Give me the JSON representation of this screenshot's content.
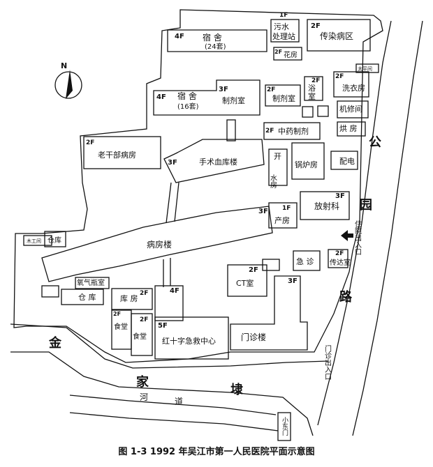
{
  "caption": "图 1-3   1992 年吴江市第一人民医院平面示意图",
  "compass": {
    "label": "N"
  },
  "roads": {
    "gongyuan": [
      "公",
      "园",
      "路"
    ],
    "jinjia": [
      "金",
      "家",
      "埭"
    ],
    "hedao": [
      "河",
      "道"
    ]
  },
  "gates": {
    "inpatient": "住院出入口",
    "outpatient": "门诊出入口",
    "small_east": "小东门"
  },
  "buildings": [
    {
      "id": "dorm24",
      "floor": "4F",
      "name": "宿 舍",
      "sub": "(24套)"
    },
    {
      "id": "sewage",
      "floor": "1F",
      "name": "污水",
      "sub": "处理站"
    },
    {
      "id": "infectious",
      "floor": "2F",
      "name": "传染病区"
    },
    {
      "id": "greenhouse",
      "floor": "2F",
      "name": "花房"
    },
    {
      "id": "dorm16",
      "floor": "4F",
      "name": "宿 舍",
      "sub": "(16套)"
    },
    {
      "id": "pharm_a",
      "floor": "3F",
      "name": "制剂室"
    },
    {
      "id": "pharm_b",
      "floor": "2F",
      "name": "制剂室"
    },
    {
      "id": "bath",
      "floor": "2F",
      "name": "浴",
      "sub": "室"
    },
    {
      "id": "laundry",
      "floor": "2F",
      "name": "洗衣房"
    },
    {
      "id": "boiler_sm",
      "floor": "",
      "name": "太平间"
    },
    {
      "id": "machine",
      "floor": "",
      "name": "机修间"
    },
    {
      "id": "drying",
      "floor": "",
      "name": "烘 房"
    },
    {
      "id": "tcm",
      "floor": "2F",
      "name": "中药制剂"
    },
    {
      "id": "elder",
      "floor": "2F",
      "name": "老干部病房"
    },
    {
      "id": "surgery",
      "floor": "3F",
      "name": "手术血库楼"
    },
    {
      "id": "water",
      "floor": "",
      "name": "开",
      "sub": "水房"
    },
    {
      "id": "boiler",
      "floor": "",
      "name": "锅炉房"
    },
    {
      "id": "power",
      "floor": "",
      "name": "配电"
    },
    {
      "id": "radiology",
      "floor": "3F",
      "name": "放射科"
    },
    {
      "id": "maternity",
      "floor": "1F",
      "name": "产房"
    },
    {
      "id": "ward",
      "floor": "3F",
      "name": "病房楼"
    },
    {
      "id": "carpentry",
      "floor": "",
      "name": "木工间"
    },
    {
      "id": "store_a",
      "floor": "",
      "name": "仓库"
    },
    {
      "id": "oxygen",
      "floor": "",
      "name": "氧气瓶室"
    },
    {
      "id": "store_b",
      "floor": "",
      "name": "仓 库"
    },
    {
      "id": "warehouse",
      "floor": "2F",
      "name": "库 房"
    },
    {
      "id": "canteen_a",
      "floor": "2F",
      "name": "食堂"
    },
    {
      "id": "canteen_b",
      "floor": "2F",
      "name": "食堂"
    },
    {
      "id": "emergency",
      "floor": "5F",
      "name": "红十字急救中心"
    },
    {
      "id": "red_tower",
      "floor": "4F",
      "name": ""
    },
    {
      "id": "ct",
      "floor": "2F",
      "name": "CT室"
    },
    {
      "id": "er",
      "floor": "",
      "name": "急 诊"
    },
    {
      "id": "reception",
      "floor": "2F",
      "name": "传达室"
    },
    {
      "id": "outpatient",
      "floor": "3F",
      "name": "门诊楼"
    }
  ]
}
